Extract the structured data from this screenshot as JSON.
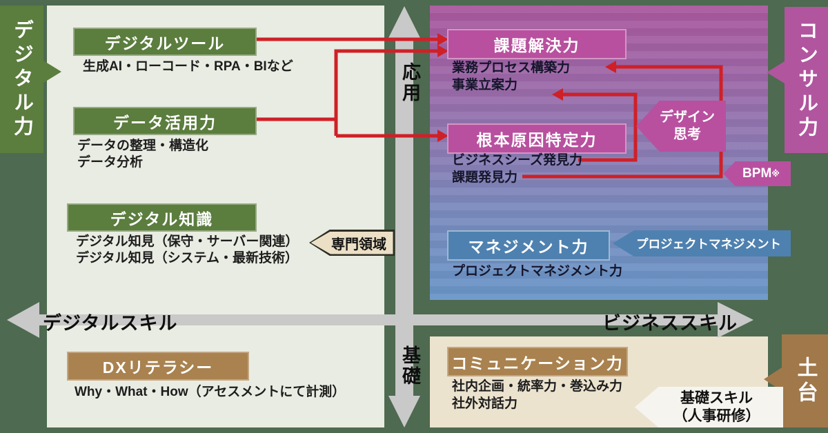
{
  "banners": {
    "digital": "デジタル力",
    "consulting": "コンサル力",
    "foundation": "土台"
  },
  "axes": {
    "applied": "応用",
    "basic": "基礎",
    "digital_skill": "デジタルスキル",
    "business_skill": "ビジネススキル"
  },
  "digital_applied": {
    "tool": {
      "title": "デジタルツール",
      "d0": "生成AI・ローコード・RPA・BIなど"
    },
    "data": {
      "title": "データ活用力",
      "d0": "データの整理・構造化",
      "d1": "データ分析"
    },
    "knowledge": {
      "title": "デジタル知識",
      "d0": "デジタル知見（保守・サーバー関連）",
      "d1": "デジタル知見（システム・最新技術）"
    },
    "tag_specialty": "専門領域"
  },
  "business_applied": {
    "solve": {
      "title": "課題解決力",
      "d0": "業務プロセス構築力",
      "d1": "事業立案力"
    },
    "root": {
      "title": "根本原因特定力",
      "d0": "ビジネスシーズ発見力",
      "d1": "課題発見力"
    },
    "mgmt": {
      "title": "マネジメント力",
      "d0": "プロジェクトマネジメント力"
    },
    "tag_design_line1": "デザイン",
    "tag_design_line2": "思考",
    "tag_bpm": "BPM",
    "tag_bpm_note": "※",
    "tag_pm": "プロジェクトマネジメント"
  },
  "digital_basic": {
    "literacy": {
      "title": "DXリテラシー",
      "d0": "Why・What・How（アセスメントにて計測）"
    }
  },
  "business_basic": {
    "comm": {
      "title": "コミュニケーション力",
      "d0": "社内企画・統率力・巻込み力",
      "d1": "社外対話力"
    },
    "tag_base_line1": "基礎スキル",
    "tag_base_line2": "（人事研修）"
  },
  "colors": {
    "page_bg": "#4e6a50",
    "panel_light": "#e9ece2",
    "panel_tan": "#ece3cf",
    "green": "#5b7d3e",
    "magenta": "#b8509f",
    "blue": "#4e81b0",
    "brown": "#a9824f",
    "arrow_red": "#cf2027",
    "axis_gray": "#c9c9c9",
    "gradient_top": "#aa589e",
    "gradient_bottom": "#6996c8"
  }
}
